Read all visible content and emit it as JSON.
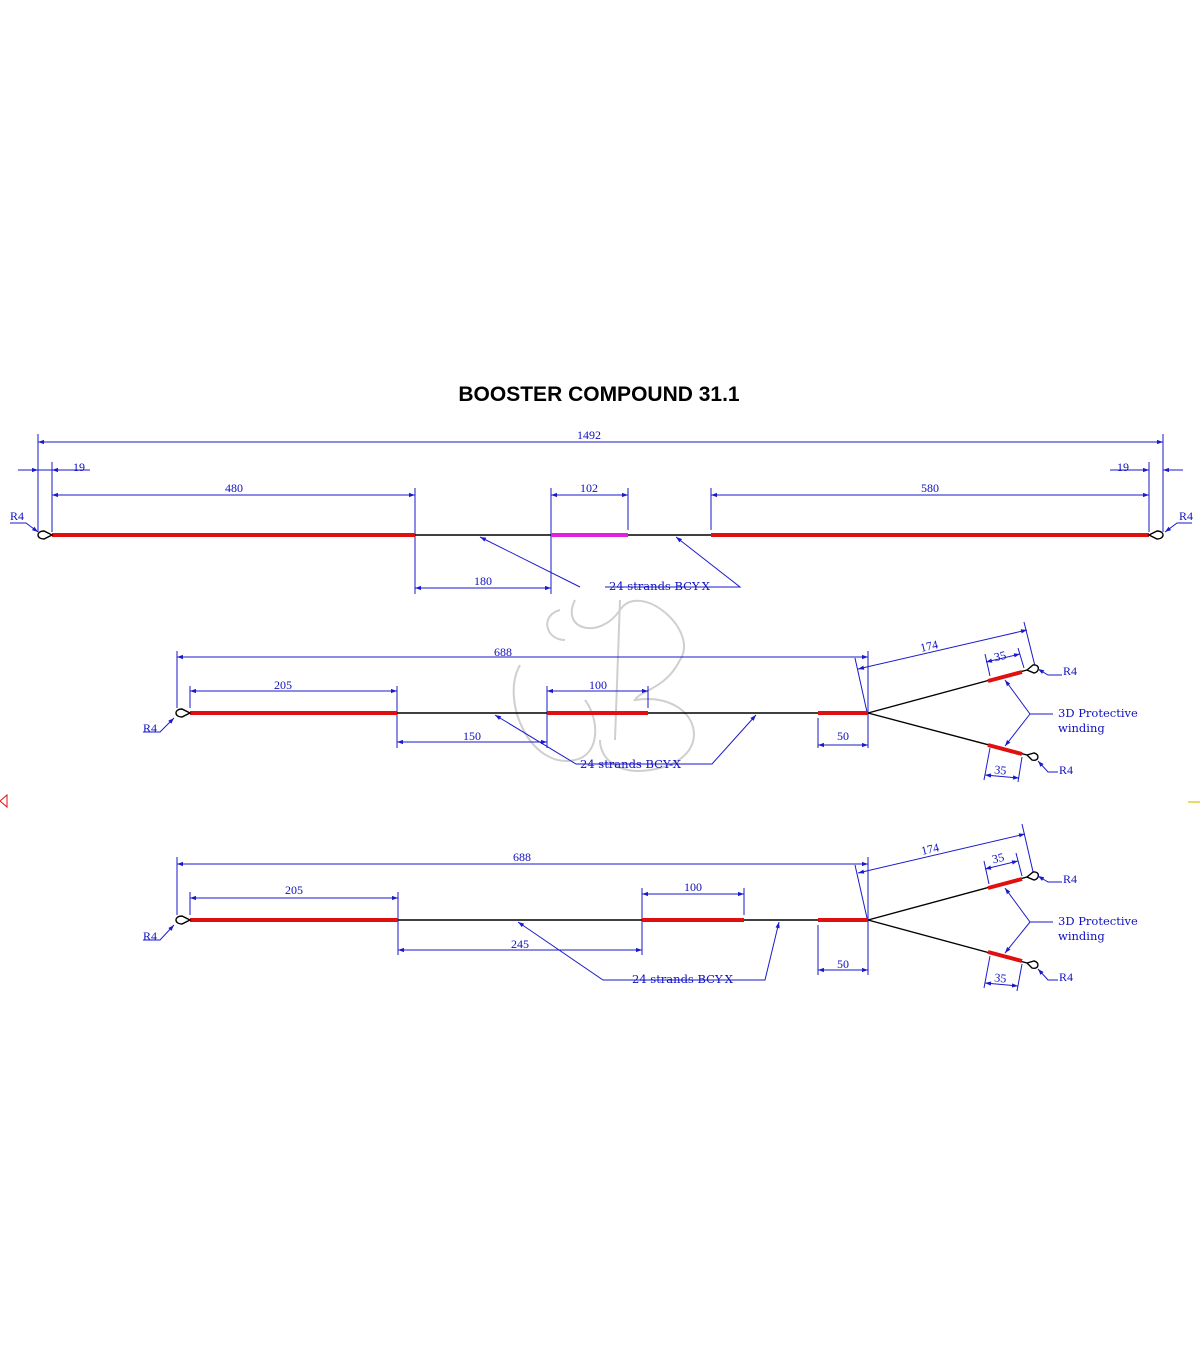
{
  "title": "BOOSTER COMPOUND 31.1",
  "string": {
    "total": "1492",
    "end_left": "19",
    "end_right": "19",
    "serving_left": "480",
    "center_serving": "102",
    "serving_right": "580",
    "gap": "180",
    "radius_left": "R4",
    "radius_right": "R4",
    "material": "24 strands BCY-X"
  },
  "cable1": {
    "length": "688",
    "serving_end": "205",
    "serving_mid": "100",
    "gap": "150",
    "split_serving": "50",
    "leg_length": "174",
    "leg_serving_top": "35",
    "leg_serving_bottom": "35",
    "radius_left": "R4",
    "radius_top": "R4",
    "radius_bottom": "R4",
    "material": "24 strands BCY-X",
    "winding_line1": "3D Protective",
    "winding_line2": "winding"
  },
  "cable2": {
    "length": "688",
    "serving_end": "205",
    "serving_mid": "100",
    "gap": "245",
    "split_serving": "50",
    "leg_length": "174",
    "leg_serving_top": "35",
    "leg_serving_bottom": "35",
    "radius_left": "R4",
    "radius_top": "R4",
    "radius_bottom": "R4",
    "material": "24 strands BCY-X",
    "winding_line1": "3D Protective",
    "winding_line2": "winding"
  },
  "colors": {
    "serving": "#e01010",
    "center_serving": "#e020e0",
    "dimension": "#1a1acc",
    "strand": "#000000"
  }
}
